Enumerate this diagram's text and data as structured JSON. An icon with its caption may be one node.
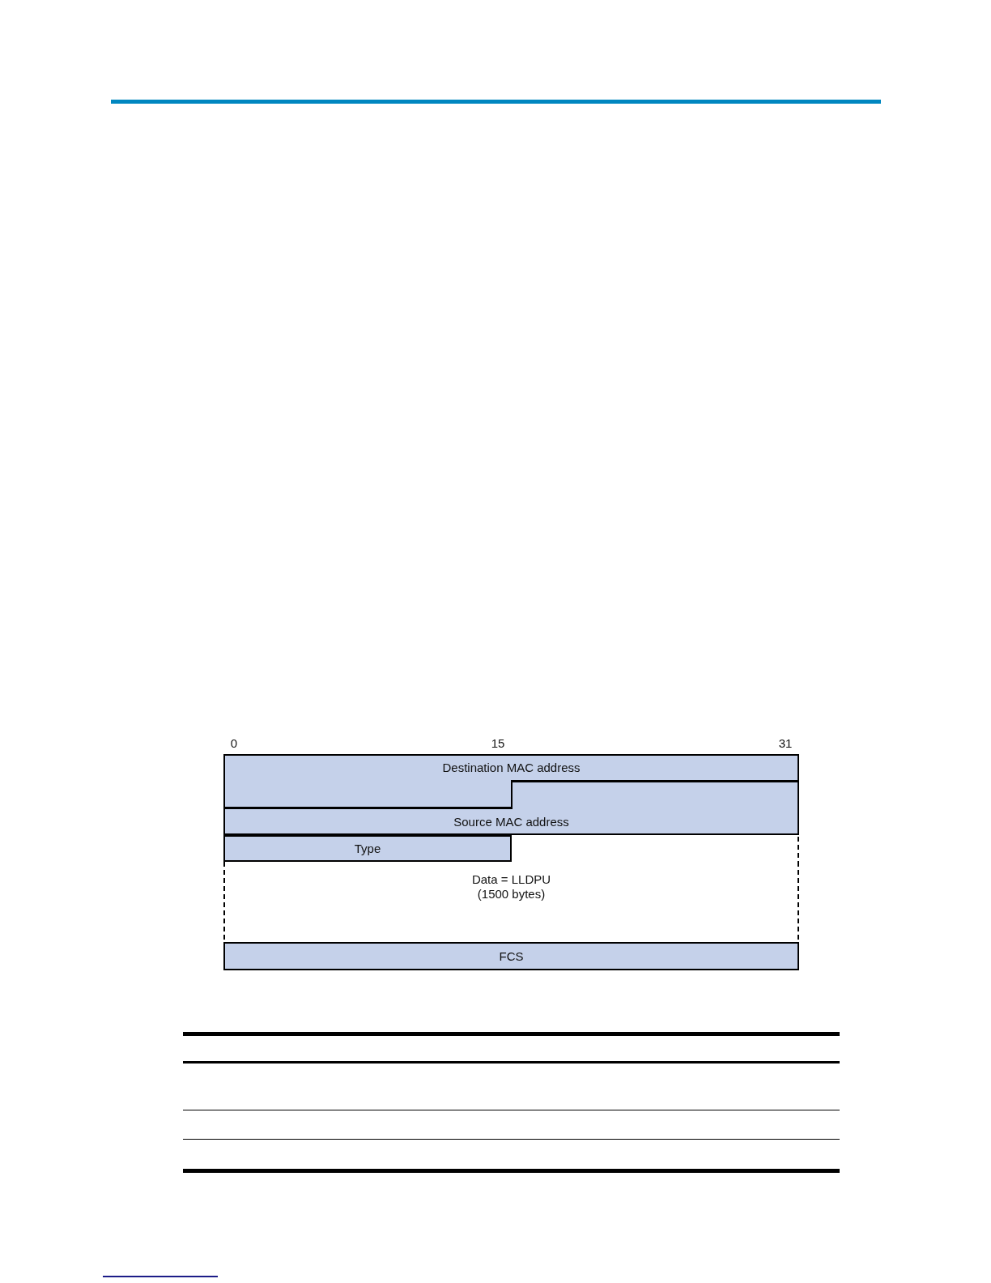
{
  "diagram": {
    "nodes": [
      {
        "text": [
          "Destination MAC address"
        ]
      },
      {
        "text": [
          "Source MAC address"
        ]
      },
      {
        "text": [
          "Type"
        ]
      },
      {
        "text": [
          "Data = LLDPU",
          "(1500 bytes)"
        ]
      },
      {
        "text": [
          "FCS"
        ]
      }
    ],
    "labels": [
      "0",
      "15",
      "31"
    ]
  }
}
